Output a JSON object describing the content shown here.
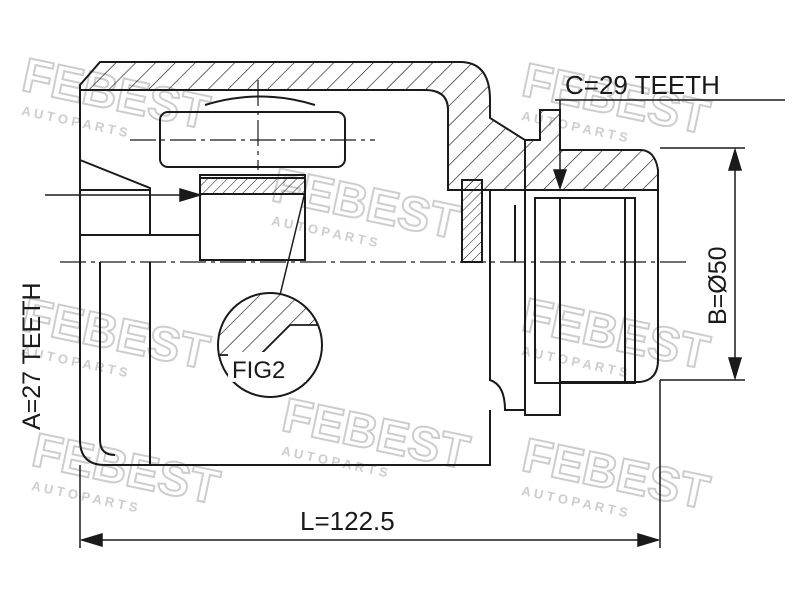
{
  "labels": {
    "teeth_c": "C=29 TEETH",
    "teeth_a": "A=27 TEETH",
    "diameter_b": "B=Ø50",
    "length_l": "L=122.5",
    "figure_ref": "FIG2"
  },
  "watermark": {
    "brand": "FEBEST",
    "sub": "A U T O   P A R T S"
  },
  "colors": {
    "line": "#1a1a1a",
    "watermark": "#c8c8c8"
  }
}
